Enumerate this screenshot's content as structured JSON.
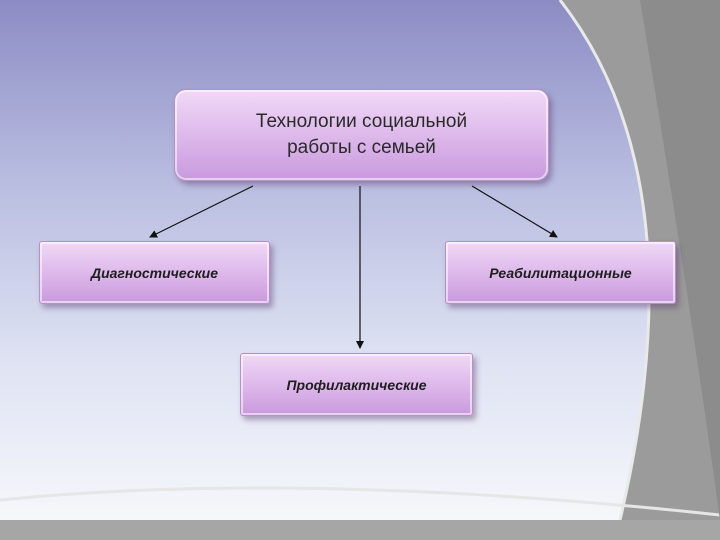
{
  "root": {
    "line1": "Технологии социальной",
    "line2": "работы с семьей"
  },
  "children": {
    "diagnostic": "Диагностические",
    "rehabilitation": "Реабилитационные",
    "preventive": "Профилактические"
  },
  "colors": {
    "box_top": "#f0d9f7",
    "box_bottom": "#c99ade",
    "background_top": "#8e8ec6",
    "background_bottom": "#f4f5fb",
    "frame": "#9a9a9a"
  }
}
